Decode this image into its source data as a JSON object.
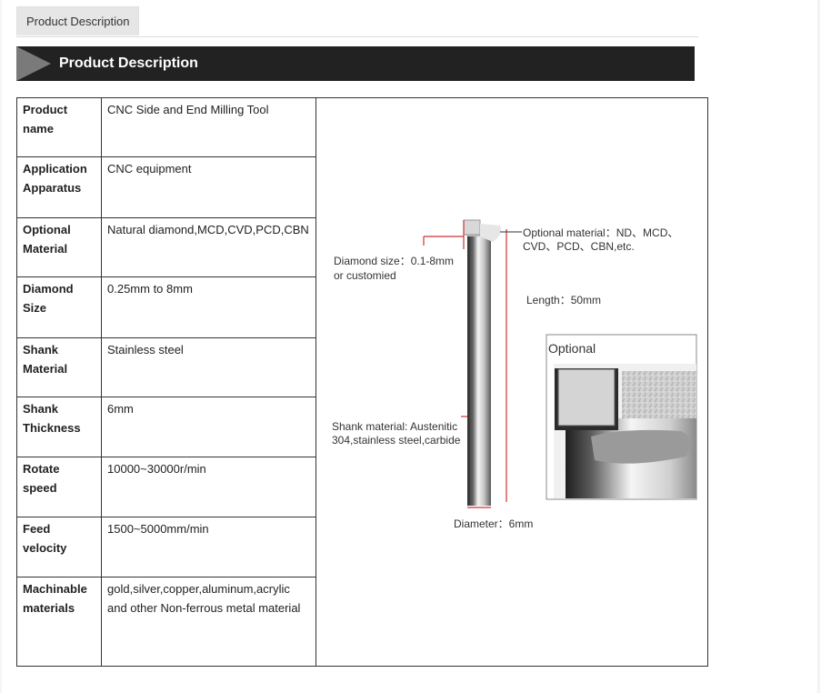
{
  "tab": {
    "label": "Product Description"
  },
  "banner": {
    "title": "Product Description"
  },
  "specs": [
    {
      "label": "Product name",
      "value": "CNC Side and End Milling Tool"
    },
    {
      "label": "Application Apparatus",
      "value": "CNC equipment"
    },
    {
      "label": "Optional Material",
      "value": "Natural diamond,MCD,CVD,PCD,CBN"
    },
    {
      "label": "Diamond Size",
      "value": "0.25mm to 8mm"
    },
    {
      "label": "Shank Material",
      "value": "Stainless steel"
    },
    {
      "label": "Shank Thickness",
      "value": "6mm"
    },
    {
      "label": "Rotate speed",
      "value": "10000~30000r/min"
    },
    {
      "label": "Feed velocity",
      "value": "1500~5000mm/min"
    },
    {
      "label": "Machinable materials",
      "value": " gold,silver,copper,aluminum,acrylic and other Non-ferrous metal material"
    }
  ],
  "diagram": {
    "optional_material_line1": "Optional material：ND、MCD、",
    "optional_material_line2": "CVD、PCD、CBN,etc.",
    "diamond_size_line1": "Diamond size：0.1-8mm",
    "diamond_size_line2": "or customied",
    "length": "Length：50mm",
    "optional_inset": "Optional",
    "shank_material_line1": "Shank material: Austenitic",
    "shank_material_line2": "304,stainless steel,carbide",
    "diameter": "Diameter：6mm"
  },
  "colors": {
    "banner_bg": "#222222",
    "accent_line": "#cc3333"
  }
}
